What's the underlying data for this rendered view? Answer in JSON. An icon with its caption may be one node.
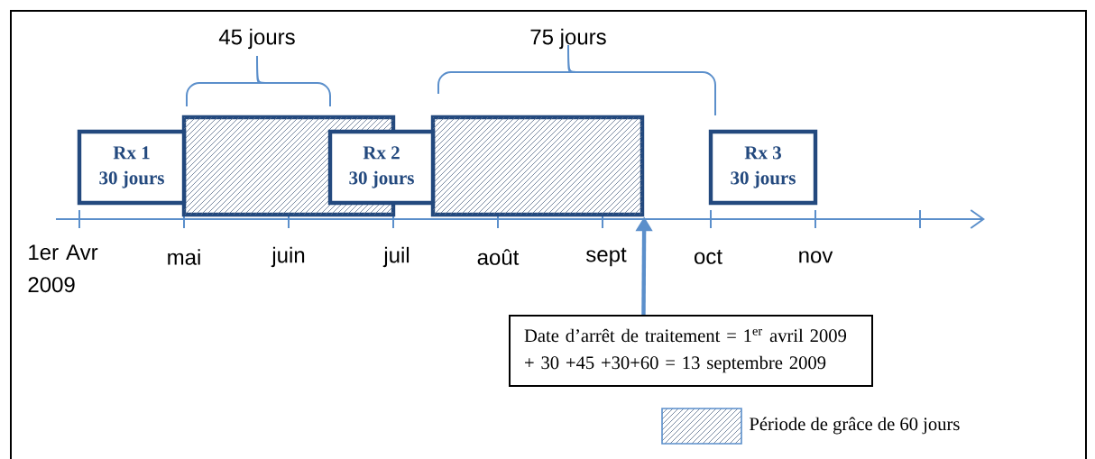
{
  "diagram": {
    "nodes": [
      {
        "text": [
          "Rx 1",
          "30 jours"
        ]
      },
      {
        "text": [],
        "shape": "box"
      },
      {
        "text": [
          "Rx 2",
          "30 jours"
        ]
      },
      {
        "text": [],
        "shape": "box"
      },
      {
        "text": [
          "Rx 3",
          "30 jours"
        ]
      },
      {
        "text": [
          "Date d’arrêt de traitement = 1$^{er}$ avril 2009 + 30 +45 +30+60 = 13 septembre 2009"
        ]
      }
    ],
    "edges": [
      {
        "from": 5,
        "to": 3,
        "arrow": "to"
      }
    ],
    "labels": [
      "45 jours",
      "75 jours",
      "1er Avr 2009",
      "mai",
      "juin",
      "juil",
      "août",
      "sept",
      "oct",
      "nov"
    ],
    "legend": [
      {
        "text": "Période de grâce de 60 jours"
      }
    ]
  }
}
